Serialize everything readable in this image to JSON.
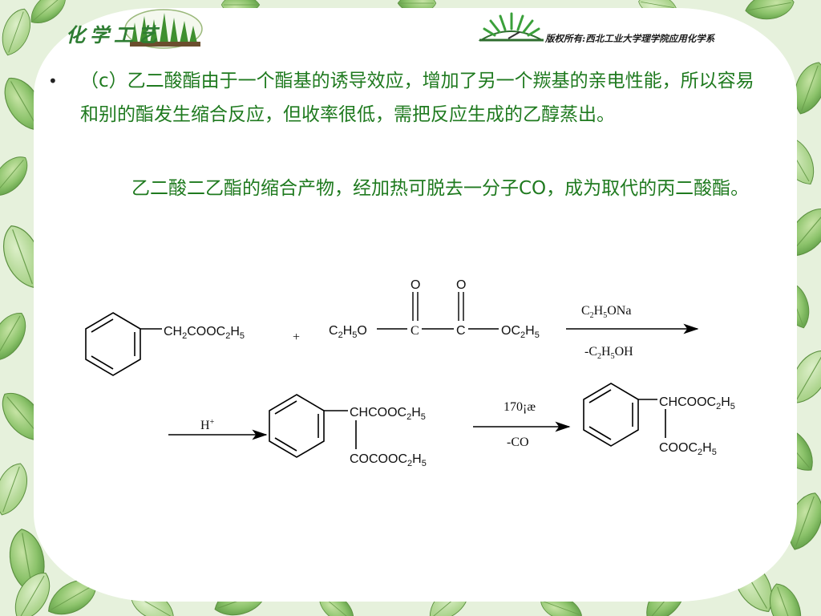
{
  "header": {
    "logo_text": "化学工艺",
    "copyright": "版权所有:西北工业大学理学院应用化学系"
  },
  "content": {
    "bullet": "•",
    "paragraph1": "（c）乙二酸酯由于一个酯基的诱导效应，增加了另一个羰基的亲电性能，所以容易和别的酯发生缩合反应，但收率很低，需把反应生成的乙醇蒸出。",
    "paragraph2": "乙二酸二乙酯的缩合产物，经加热可脱去一分子CO，成为取代的丙二酸酯。"
  },
  "scheme": {
    "reactant1": {
      "main": "CH",
      "s1": "2",
      "mid": "COOC",
      "s2": "2",
      "end": "H",
      "s3": "5"
    },
    "plus": "+",
    "oxalate_left": {
      "a": "C",
      "s1": "2",
      "b": "H",
      "s2": "5",
      "c": "O"
    },
    "oxalate_c1": "C",
    "oxalate_c2": "C",
    "oxalate_o1": "O",
    "oxalate_o2": "O",
    "oxalate_right": {
      "a": "OC",
      "s1": "2",
      "b": "H",
      "s2": "5"
    },
    "arrow1_top": {
      "a": "C",
      "s1": "2",
      "b": "H",
      "s2": "5",
      "c": "ONa"
    },
    "arrow1_bottom": {
      "a": "-C",
      "s1": "2",
      "b": "H",
      "s2": "5",
      "c": "OH"
    },
    "arrow2_top": {
      "a": "H",
      "sup": "+"
    },
    "intermediate_top": {
      "a": "CHCOOC",
      "s1": "2",
      "b": "H",
      "s2": "5"
    },
    "intermediate_bottom": {
      "a": "COCOOC",
      "s1": "2",
      "b": "H",
      "s2": "5"
    },
    "arrow3_top": "170¡æ",
    "arrow3_bottom": "-CO",
    "product_top": {
      "a": "CHCOOC",
      "s1": "2",
      "b": "H",
      "s2": "5"
    },
    "product_bottom": {
      "a": "COOC",
      "s1": "2",
      "b": "H",
      "s2": "5"
    }
  }
}
